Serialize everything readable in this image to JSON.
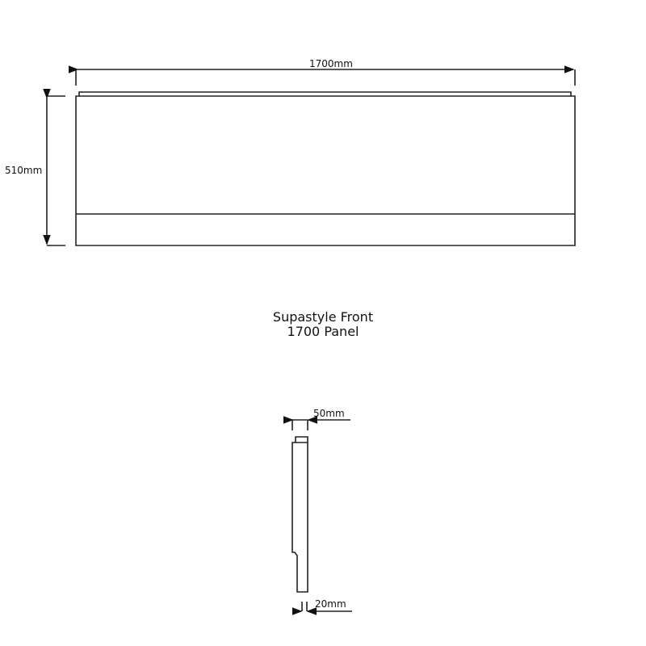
{
  "drawing": {
    "title_line1": "Supastyle Front",
    "title_line2": "1700 Panel",
    "front_view": {
      "width_label": "1700mm",
      "height_label": "510mm"
    },
    "side_view": {
      "top_label": "50mm",
      "bottom_label": "20mm"
    },
    "line_color": "#222222"
  }
}
